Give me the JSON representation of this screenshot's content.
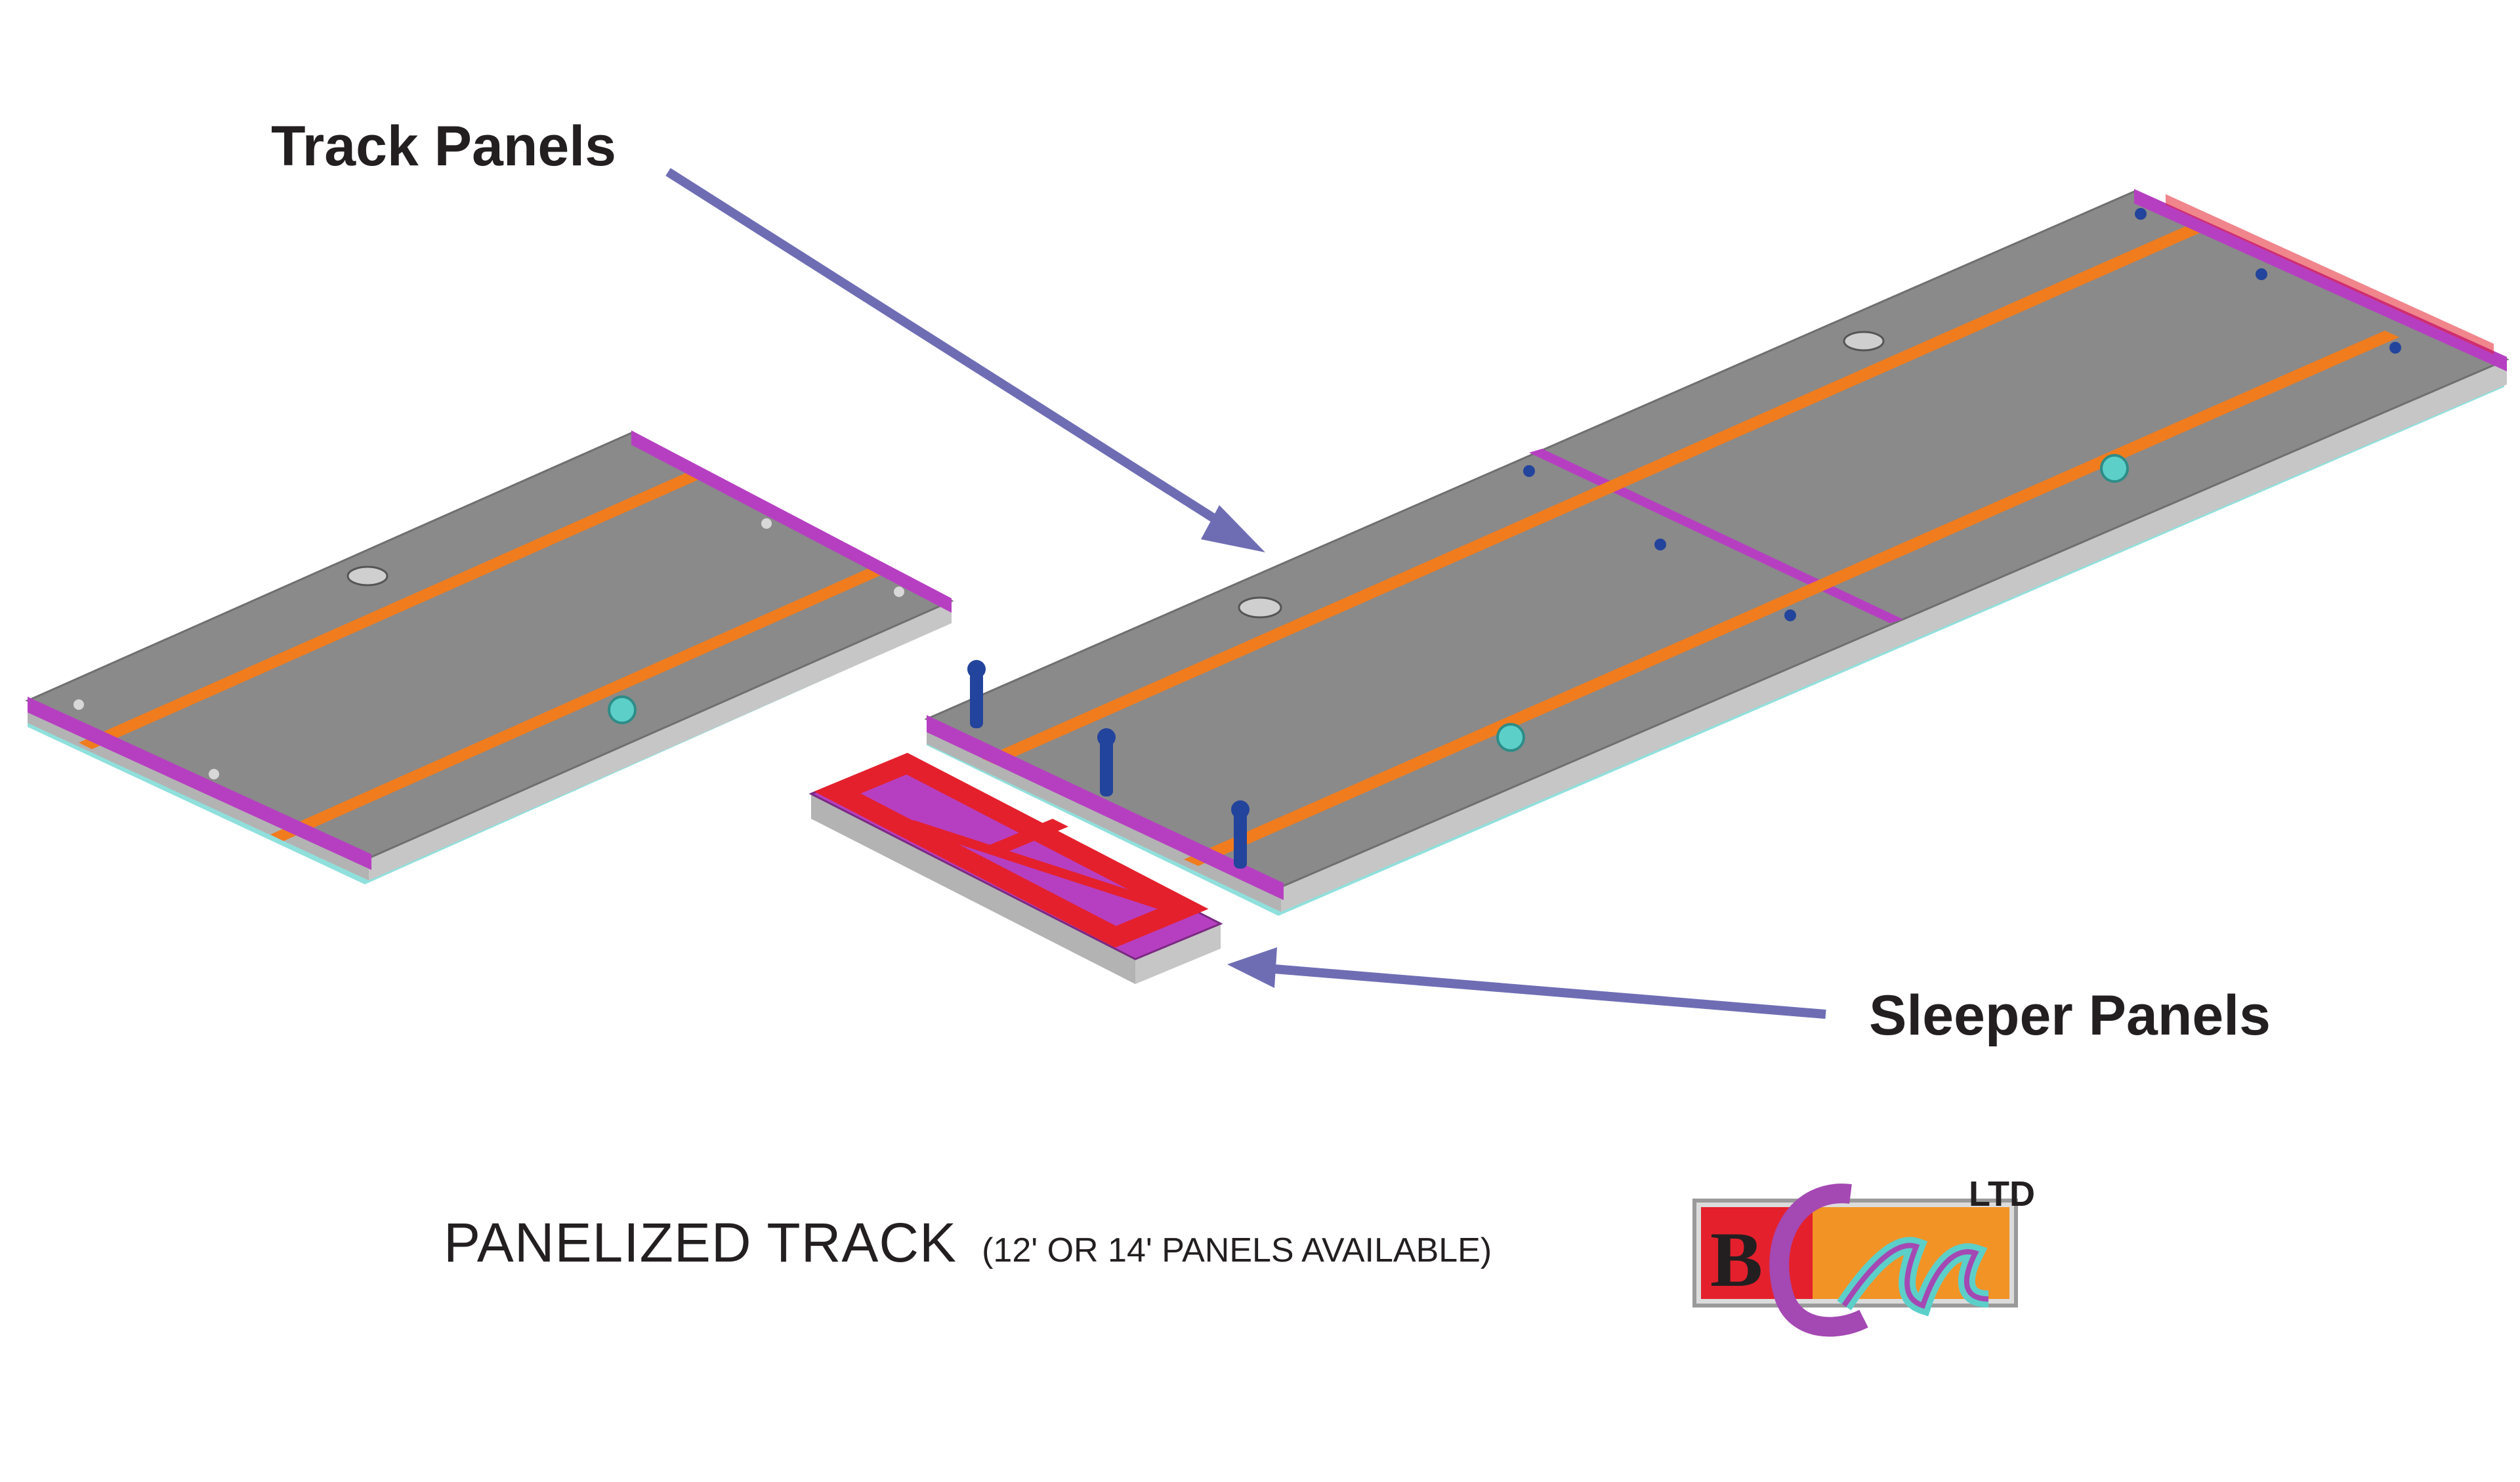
{
  "labels": {
    "track_panels": "Track Panels",
    "sleeper_panels": "Sleeper Panels"
  },
  "caption": {
    "main": "PANELIZED TRACK",
    "note": "(12' OR 14' PANELS AVAILABLE)"
  },
  "logo": {
    "letters": "BCM",
    "suffix": "LTD"
  },
  "colors": {
    "panel_top": "#8a8a8a",
    "panel_side": "#b3b3b3",
    "panel_edge_trim": "#7fd6d6",
    "rail": "#f07c1e",
    "end_cap": "#b63fc1",
    "sleeper_frame": "#e4202d",
    "pin": "#23449c",
    "arrow": "#6e6db4",
    "text": "#231f20",
    "logo_orange": "#f29325",
    "logo_red": "#e4202d",
    "logo_purple": "#a448b3",
    "logo_teal": "#5ccfc9"
  }
}
